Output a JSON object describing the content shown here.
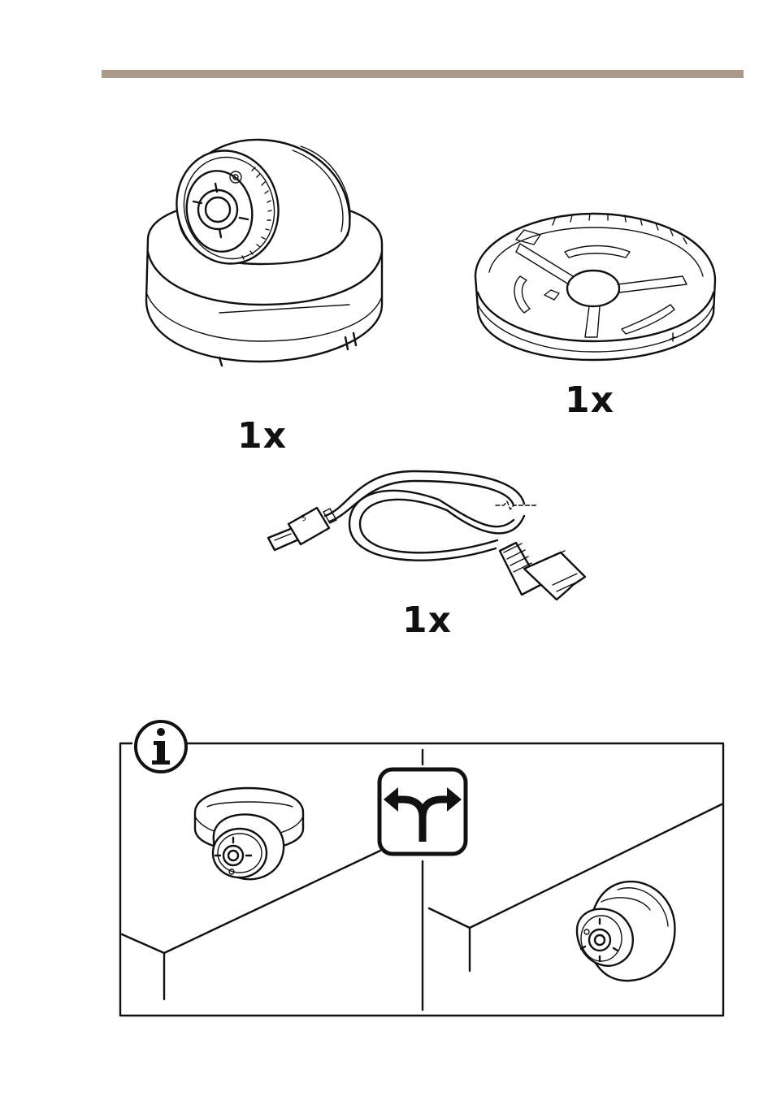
{
  "header_bar": {
    "color": "#a99a8c"
  },
  "package_contents": [
    {
      "item": "camera",
      "quantity": "1x"
    },
    {
      "item": "mounting-bracket",
      "quantity": "1x"
    },
    {
      "item": "network-cable",
      "quantity": "1x"
    }
  ],
  "info_panel": {
    "icons": [
      "info-icon",
      "split-arrow-icon"
    ],
    "options": [
      "ceiling-mount",
      "wall-mount"
    ]
  },
  "cable_connector_label": "3"
}
